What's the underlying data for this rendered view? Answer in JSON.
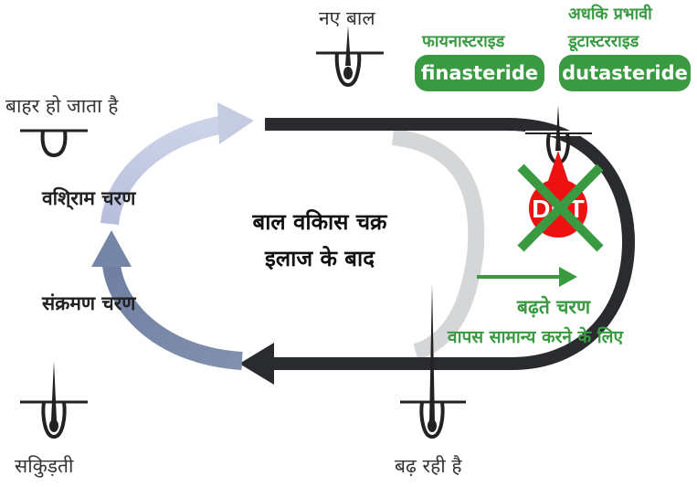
{
  "title": {
    "line1": "बाल वकिास चक्र",
    "line2": "इलाज के बाद"
  },
  "stages": {
    "new_hair": "नए बाल",
    "falls_out": "बाहर हो जाता है",
    "resting": "वशि्राम चरण",
    "transition": "संक्रमण चरण",
    "shrinks": "सकिुड़ती",
    "growing": "बढ़ रही है"
  },
  "drugs": {
    "finasteride_hindi": "फायनास्टराइड",
    "finasteride": "finasteride",
    "dutasteride_note": "अधकि प्रभावी",
    "dutasteride_hindi": "डूटास्टरराइड",
    "dutasteride": "dutasteride"
  },
  "hormone": "DHT",
  "growth_note": {
    "line1": "बढ़ते चरण",
    "line2": "वापस सामान्य करने के लिए"
  },
  "colors": {
    "green": "#3a9a42",
    "dark": "#2a2b2f",
    "red": "#ee1111",
    "light_blue": "#c5cce2",
    "mid_blue": "#7585a5",
    "light_gray": "#d5d6d8"
  }
}
